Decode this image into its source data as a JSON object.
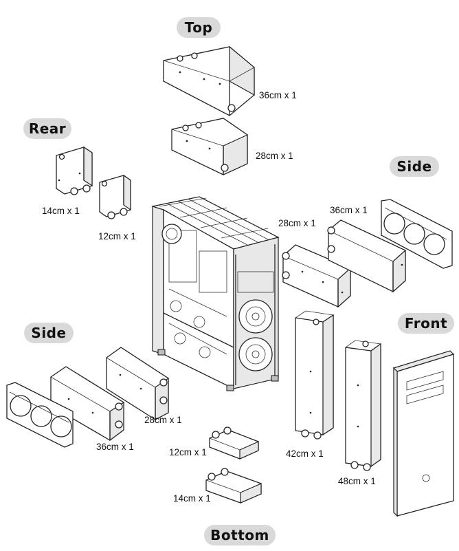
{
  "sections": {
    "top": "Top",
    "rear": "Rear",
    "side_right": "Side",
    "side_left": "Side",
    "front": "Front",
    "bottom": "Bottom"
  },
  "parts": {
    "top_36": "36cm x 1",
    "top_28": "28cm x 1",
    "rear_14": "14cm x 1",
    "rear_12": "12cm x 1",
    "side_r_28": "28cm x 1",
    "side_r_36": "36cm x 1",
    "side_l_28": "28cm x 1",
    "side_l_36": "36cm x 1",
    "bottom_12": "12cm x 1",
    "bottom_14": "14cm x 1",
    "front_42": "42cm x 1",
    "front_48": "48cm x 1"
  },
  "colors": {
    "pill_bg": "#d9d9d9",
    "line": "#222222"
  }
}
